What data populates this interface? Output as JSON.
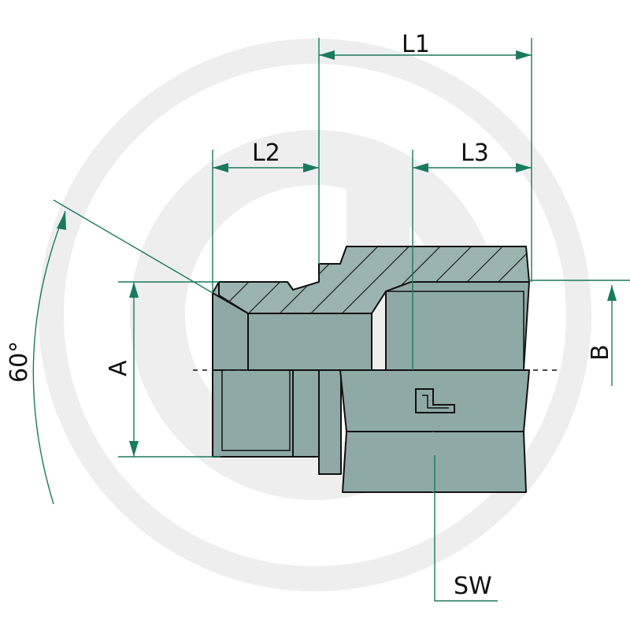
{
  "labels": {
    "l1": "L1",
    "l2": "L2",
    "l3": "L3",
    "a": "A",
    "b": "B",
    "sw": "SW",
    "angle": "60°"
  },
  "colors": {
    "dimension": "#1a7a5e",
    "body_fill": "#8fa9a7",
    "hatch_fill": "#9bb3b1",
    "outline": "#111111",
    "watermark": "#ececec"
  }
}
